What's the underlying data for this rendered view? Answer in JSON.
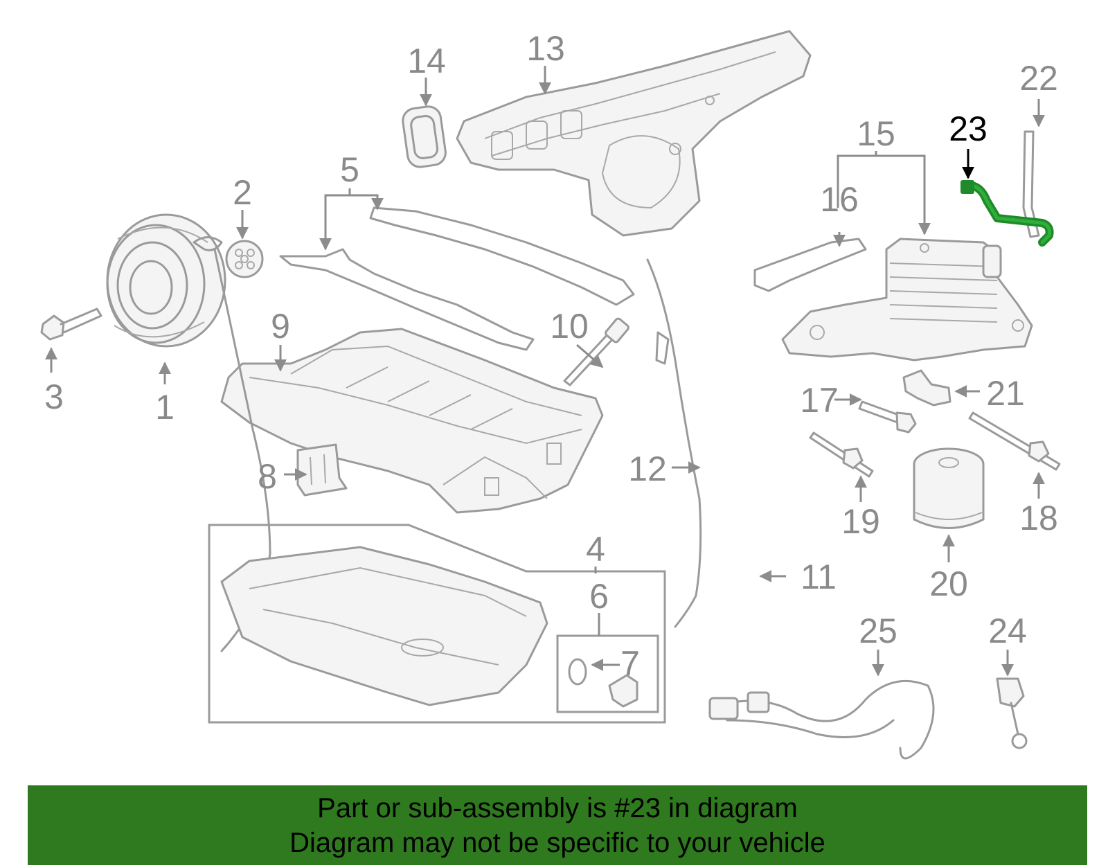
{
  "callouts": {
    "c1": "1",
    "c2": "2",
    "c3": "3",
    "c4": "4",
    "c5": "5",
    "c6": "6",
    "c7": "7",
    "c8": "8",
    "c9": "9",
    "c10": "10",
    "c11": "11",
    "c12": "12",
    "c13": "13",
    "c14": "14",
    "c15": "15",
    "c16": "16",
    "c17": "17",
    "c18": "18",
    "c19": "19",
    "c20": "20",
    "c21": "21",
    "c22": "22",
    "c23": "23",
    "c24": "24",
    "c25": "25"
  },
  "highlighted_part": "23",
  "colors": {
    "part_outline": "#9a9a9a",
    "highlight_part": "#1f8a2a",
    "highlight_label": "#000000",
    "banner_background": "#2f7a1f",
    "banner_text": "#000000"
  },
  "banner": {
    "line1": "Part or sub-assembly is #23 in diagram",
    "line2": "Diagram may not be specific to your vehicle"
  }
}
